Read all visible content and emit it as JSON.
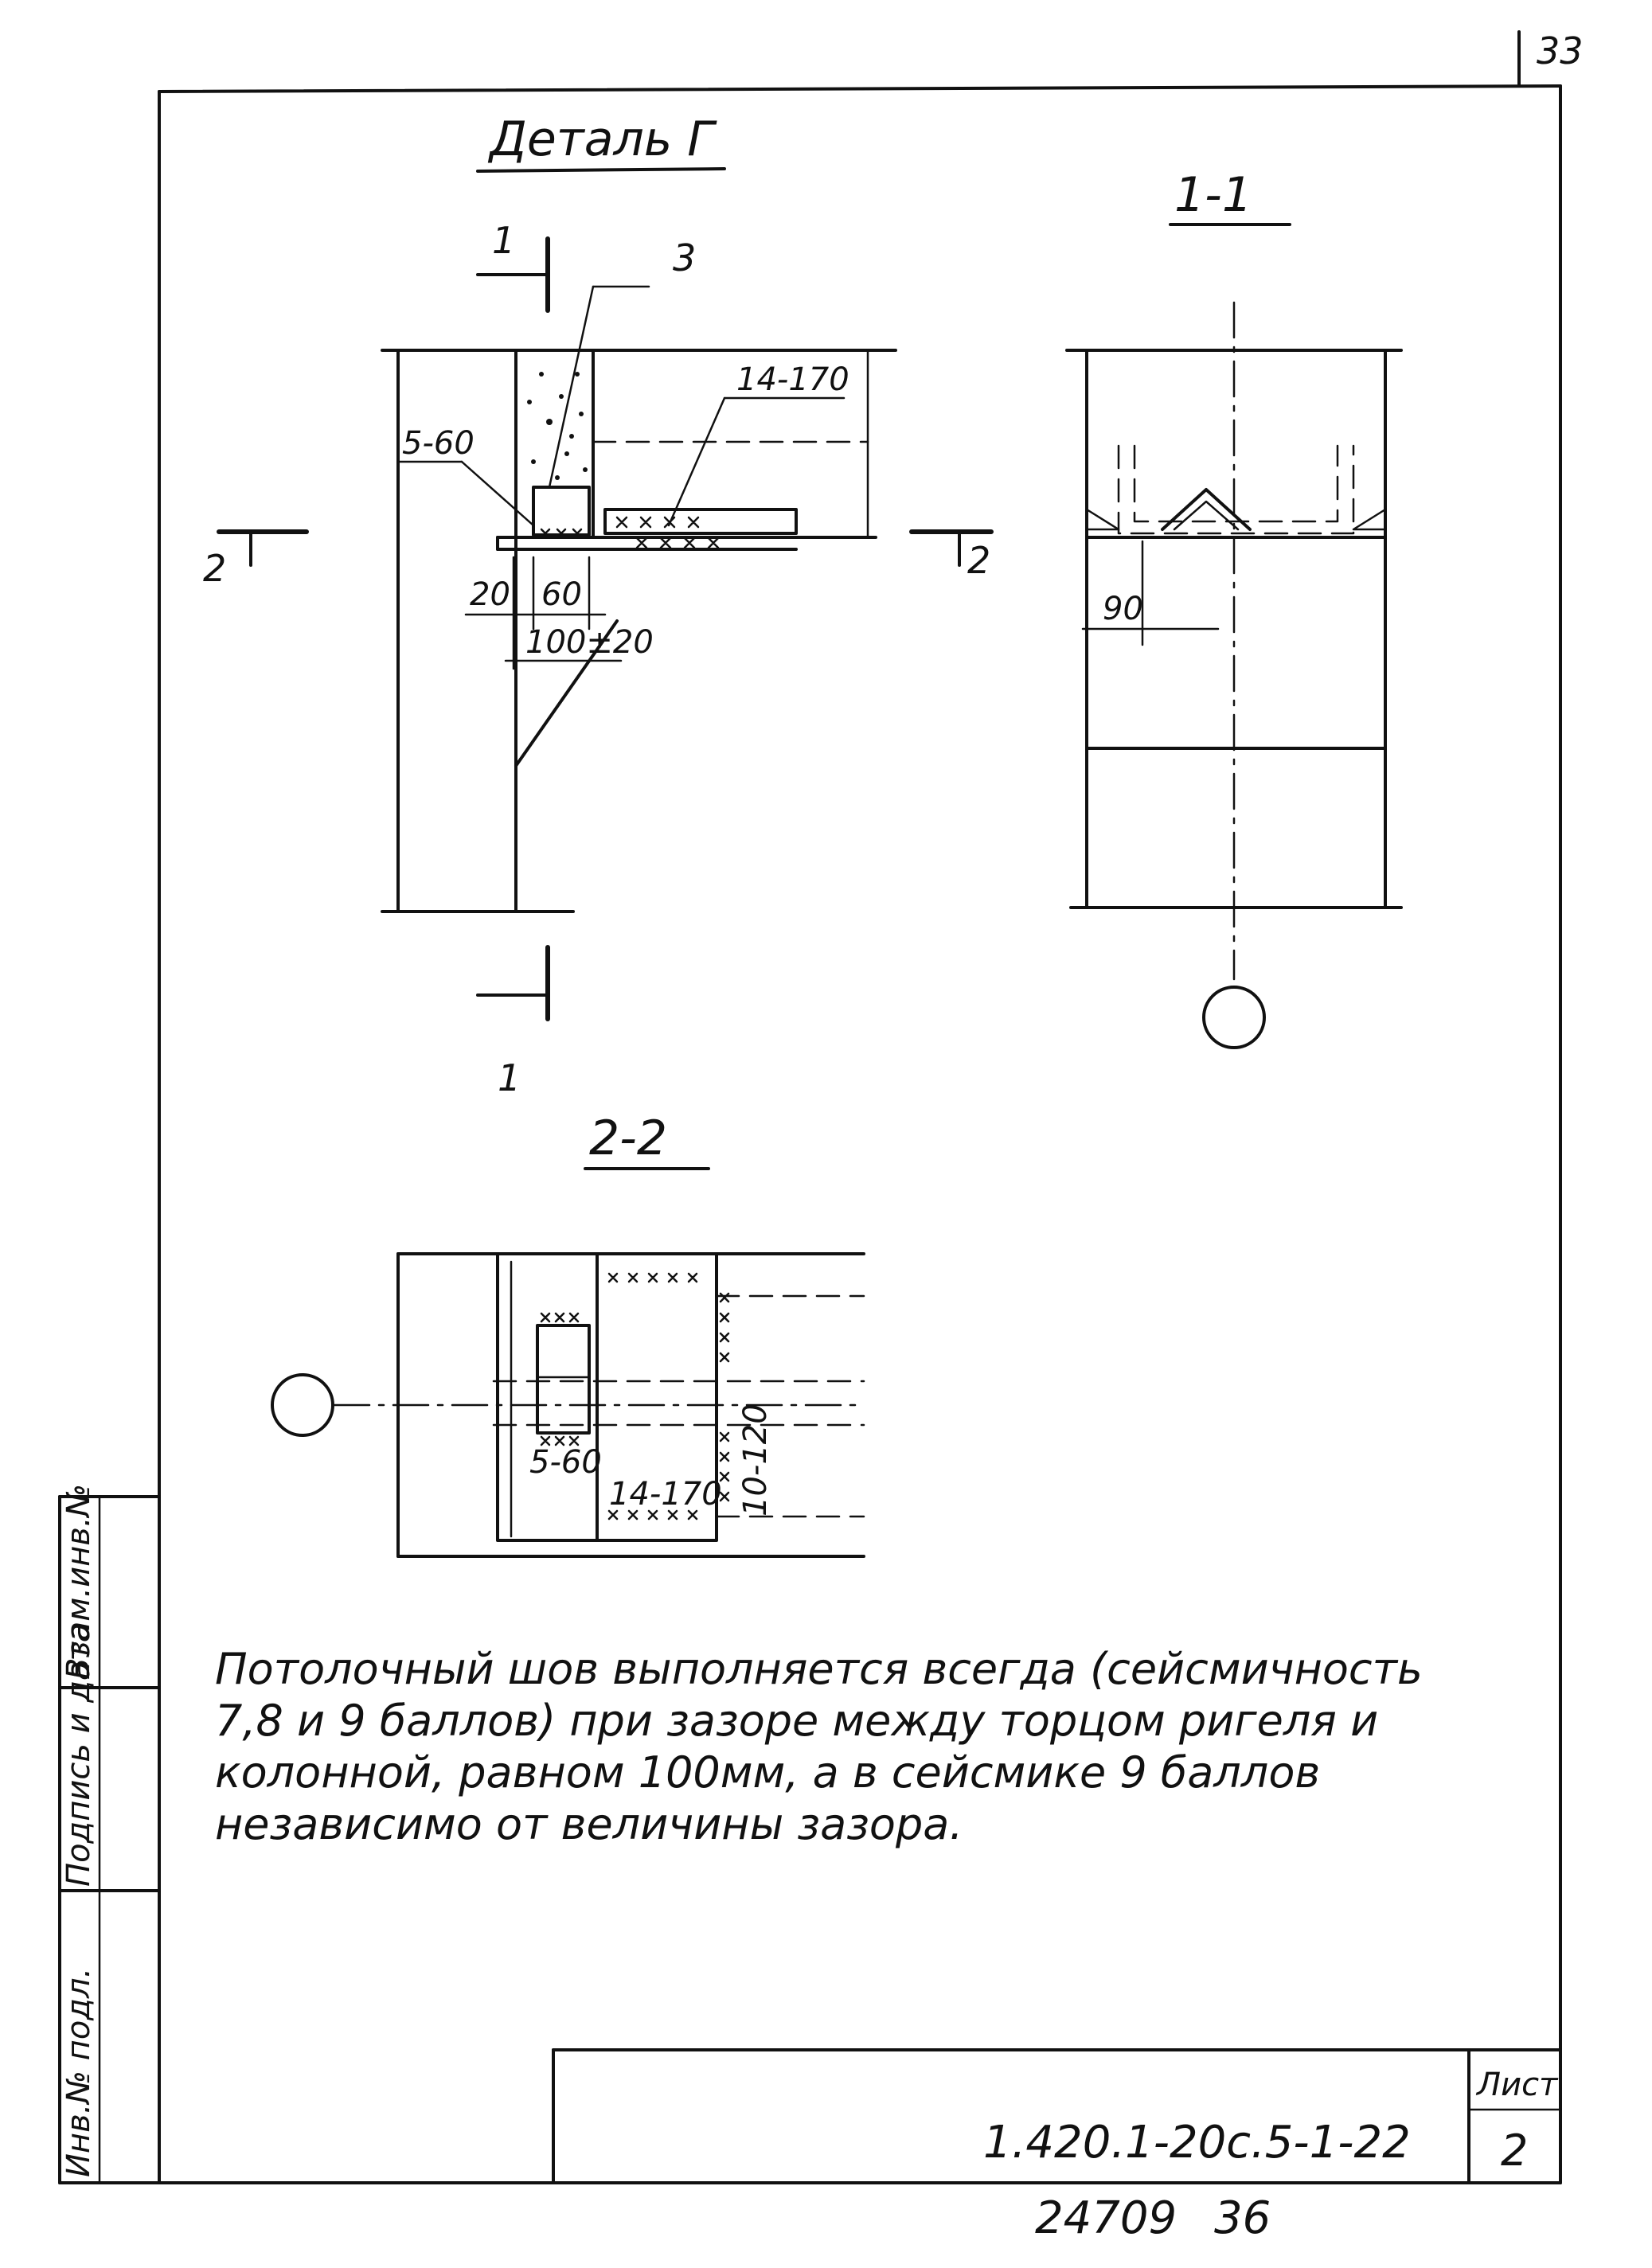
{
  "page_number": "33",
  "detail_title": "Деталь Г",
  "section_1_1": {
    "title": "1-1",
    "dim_90": "90"
  },
  "section_2_2": {
    "title": "2-2",
    "weld_5_60": "5-60",
    "weld_14_170": "14-170",
    "weld_10_120": "10-120"
  },
  "detail_view": {
    "cut_marker_1": "1",
    "cut_marker_2": "2",
    "callout_3": "3",
    "weld_14_170": "14-170",
    "weld_5_60": "5-60",
    "dim_20": "20",
    "dim_60": "60",
    "dim_100": "100±20"
  },
  "note_lines": [
    "Потолочный шов выполняется всегда (сейсмичность",
    "7,8 и 9 баллов) при зазоре между торцом ригеля и",
    "колонной, равном 100мм, а в сейсмике 9 баллов",
    "независимо от величины зазора."
  ],
  "side_stamp": {
    "cell_1": "Взам.инв.№",
    "cell_2": "Подпись и дата",
    "cell_3": "Инв.№ подл."
  },
  "title_block": {
    "code": "1.420.1-20с.5-1-22",
    "sheet_label": "Лист",
    "sheet_number": "2"
  },
  "footer": {
    "number": "24709",
    "copy": "36"
  }
}
